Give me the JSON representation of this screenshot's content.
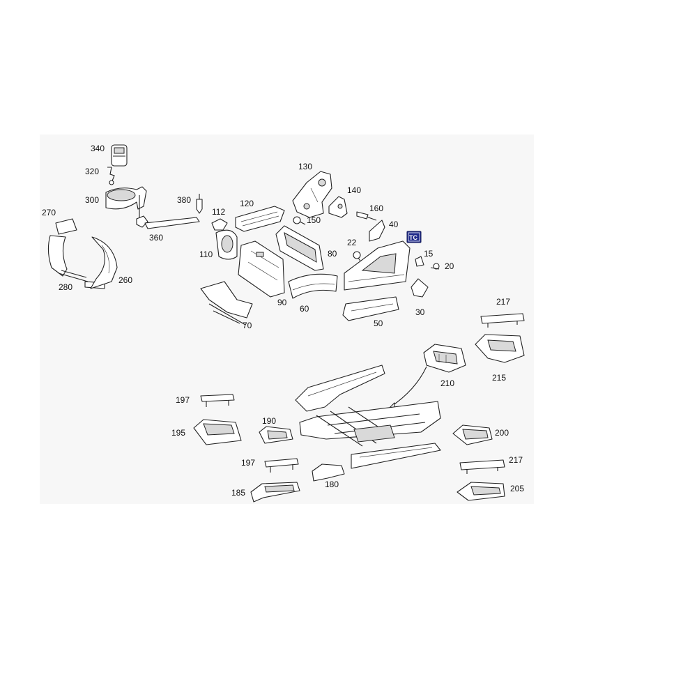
{
  "part_labels": [
    "340",
    "320",
    "300",
    "380",
    "360",
    "270",
    "280",
    "260",
    "112",
    "110",
    "120",
    "130",
    "140",
    "160",
    "150",
    "40",
    "22",
    "15",
    "20",
    "80",
    "90",
    "60",
    "70",
    "50",
    "30",
    "217",
    "210",
    "215",
    "197",
    "195",
    "190",
    "200",
    "180",
    "185",
    "205"
  ],
  "badge": "TC",
  "colors": {
    "badge": "#1f2a8a",
    "background": "#f7f7f7",
    "ink": "#222222"
  }
}
